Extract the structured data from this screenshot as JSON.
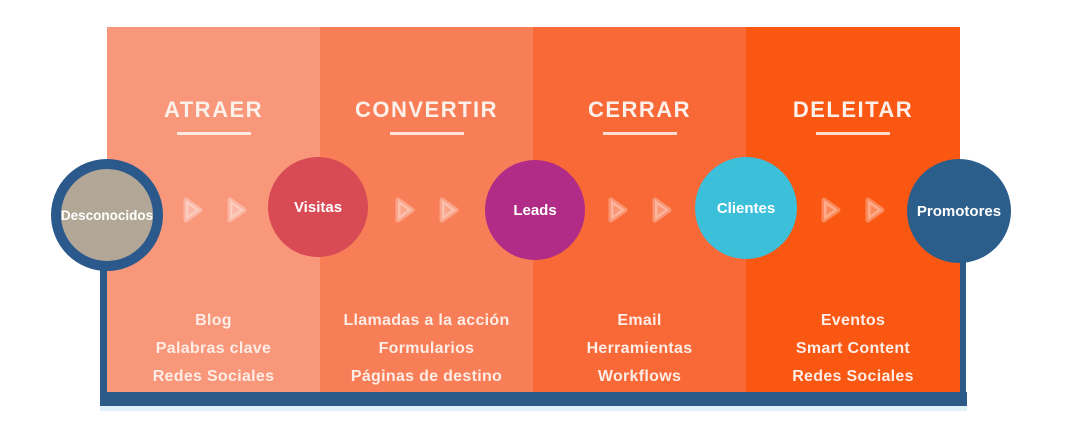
{
  "diagram_title": "Inbound marketing funnel (Spanish)",
  "colors": {
    "frame_blue": "#2B5A88",
    "panel_atraer": "#F9977B",
    "panel_convertir": "#F87E57",
    "panel_cerrar": "#F86937",
    "panel_deleitar": "#F95712",
    "node_desconocidos_fill": "#B2A797",
    "node_desconocidos_ring": "#2B598C",
    "node_visitas": "#D84A54",
    "node_leads": "#B12C86",
    "node_clientes": "#3CBFD9",
    "node_promotores": "#2B5E8B",
    "arrow": "rgba(255,255,255,0.30)"
  },
  "funnel": {
    "stages": [
      {
        "title": "ATRAER",
        "items": [
          "Blog",
          "Palabras clave",
          "Redes Sociales"
        ]
      },
      {
        "title": "CONVERTIR",
        "items": [
          "Llamadas a la acción",
          "Formularios",
          "Páginas de destino"
        ]
      },
      {
        "title": "CERRAR",
        "items": [
          "Email",
          "Herramientas",
          "Workflows"
        ]
      },
      {
        "title": "DELEITAR",
        "items": [
          "Eventos",
          "Smart Content",
          "Redes Sociales"
        ]
      }
    ],
    "nodes": [
      {
        "label": "Desconocidos"
      },
      {
        "label": "Visitas"
      },
      {
        "label": "Leads"
      },
      {
        "label": "Clientes"
      },
      {
        "label": "Promotores"
      }
    ]
  }
}
